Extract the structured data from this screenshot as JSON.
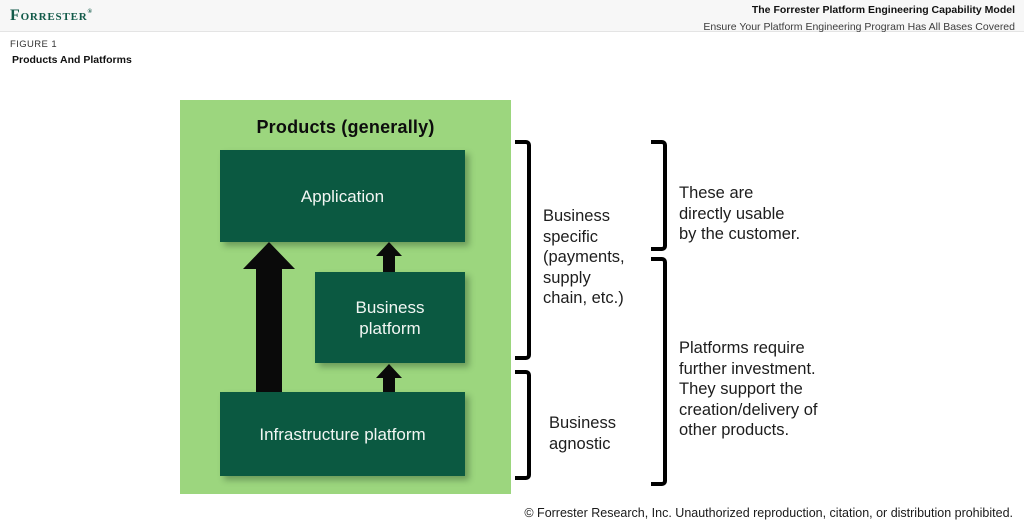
{
  "header": {
    "logo": "Forrester",
    "logo_mark": "®",
    "doc_title": "The Forrester Platform Engineering Capability Model",
    "doc_subtitle": "Ensure Your Platform Engineering Program Has All Bases Covered"
  },
  "figure": {
    "label": "FIGURE 1",
    "title": "Products And Platforms"
  },
  "diagram": {
    "panel_title": "Products (generally)",
    "boxes": {
      "application": "Application",
      "business_platform": "Business\nplatform",
      "infrastructure_platform": "Infrastructure platform"
    },
    "arrows": [
      {
        "from": "infrastructure_platform",
        "to": "application",
        "size": "large"
      },
      {
        "from": "business_platform",
        "to": "application",
        "size": "small"
      },
      {
        "from": "infrastructure_platform",
        "to": "business_platform",
        "size": "small"
      }
    ],
    "colors": {
      "panel_bg": "#9cd67e",
      "box_bg": "#0b5941",
      "box_text": "#f2f6f3",
      "arrow": "#0a0a0a",
      "bracket": "#000000",
      "logo_green": "#125a49"
    }
  },
  "annotations": {
    "business_specific": "Business\nspecific\n(payments,\nsupply\nchain, etc.)",
    "business_agnostic": "Business\nagnostic",
    "directly_usable": "These are\ndirectly usable\nby the customer.",
    "platforms_require": "Platforms require\nfurther investment.\nThey support the\ncreation/delivery of\nother products."
  },
  "footer": {
    "copyright": "© Forrester Research, Inc. Unauthorized reproduction, citation, or distribution prohibited."
  }
}
